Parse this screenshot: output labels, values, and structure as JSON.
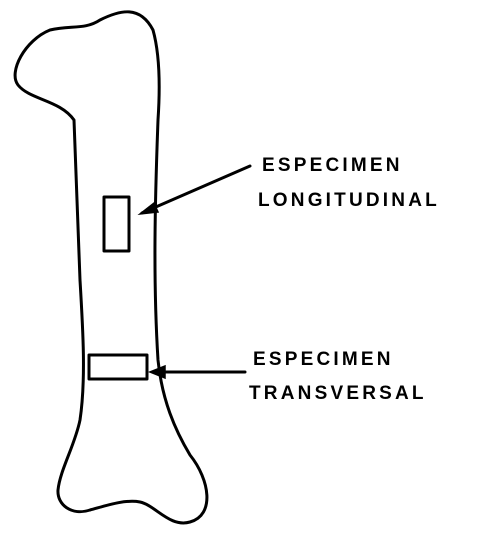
{
  "diagram": {
    "labels": {
      "longitudinal": {
        "line1": "ESPECIMEN",
        "line2": "LONGITUDINAL"
      },
      "transversal": {
        "line1": "ESPECIMEN",
        "line2": "TRANSVERSAL"
      }
    },
    "colors": {
      "stroke": "#000000",
      "background": "#ffffff"
    }
  }
}
